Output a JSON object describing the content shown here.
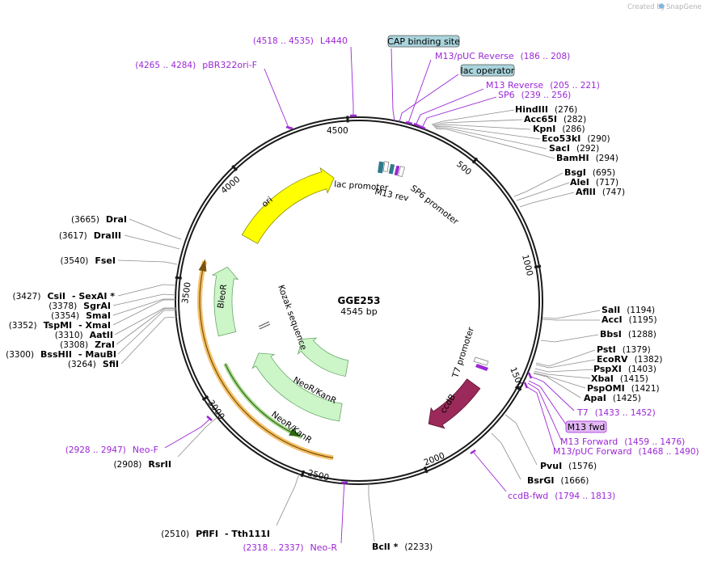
{
  "credit": {
    "text": "Created by",
    "brand": "SnapGene"
  },
  "plasmid": {
    "name": "GGE253",
    "length_label": "4545 bp",
    "length": 4545
  },
  "ticks": [
    "500",
    "1000",
    "1500",
    "2000",
    "2500",
    "3000",
    "3500",
    "4000",
    "4500"
  ],
  "tick_values": [
    500,
    1000,
    1500,
    2000,
    2500,
    3000,
    3500,
    4000,
    4500
  ],
  "sites_right": [
    {
      "name": "HindIII",
      "pos": "(276)",
      "bp": 276
    },
    {
      "name": "Acc65I",
      "pos": "(282)",
      "bp": 282
    },
    {
      "name": "KpnI",
      "pos": "(286)",
      "bp": 286
    },
    {
      "name": "Eco53kI",
      "pos": "(290)",
      "bp": 290
    },
    {
      "name": "SacI",
      "pos": "(292)",
      "bp": 292
    },
    {
      "name": "BamHI",
      "pos": "(294)",
      "bp": 294
    },
    {
      "name": "BsgI",
      "pos": "(695)",
      "bp": 695
    },
    {
      "name": "AleI",
      "pos": "(717)",
      "bp": 717
    },
    {
      "name": "AflII",
      "pos": "(747)",
      "bp": 747
    },
    {
      "name": "SalI",
      "pos": "(1194)",
      "bp": 1194
    },
    {
      "name": "AccI",
      "pos": "(1195)",
      "bp": 1195
    },
    {
      "name": "BbsI",
      "pos": "(1288)",
      "bp": 1288
    },
    {
      "name": "PstI",
      "pos": "(1379)",
      "bp": 1379
    },
    {
      "name": "EcoRV",
      "pos": "(1382)",
      "bp": 1382
    },
    {
      "name": "PspXI",
      "pos": "(1403)",
      "bp": 1403
    },
    {
      "name": "XbaI",
      "pos": "(1415)",
      "bp": 1415
    },
    {
      "name": "PspOMI",
      "pos": "(1421)",
      "bp": 1421
    },
    {
      "name": "ApaI",
      "pos": "(1425)",
      "bp": 1425
    },
    {
      "name": "PvuI",
      "pos": "(1576)",
      "bp": 1576
    },
    {
      "name": "BsrGI",
      "pos": "(1666)",
      "bp": 1666
    }
  ],
  "sites_left": [
    {
      "name": "DraI",
      "pos": "(3665)",
      "bp": 3665
    },
    {
      "name": "DraIII",
      "pos": "(3617)",
      "bp": 3617
    },
    {
      "name": "FseI",
      "pos": "(3540)",
      "bp": 3540
    },
    {
      "name": "CsiI",
      "pos": "(3427)",
      "extra": "- SexAI *",
      "bp": 3427
    },
    {
      "name": "SgrAI",
      "pos": "(3378)",
      "bp": 3378
    },
    {
      "name": "SmaI",
      "pos": "(3354)",
      "bp": 3354
    },
    {
      "name": "TspMI",
      "pos": "(3352)",
      "extra": "- XmaI",
      "bp": 3352
    },
    {
      "name": "AatII",
      "pos": "(3310)",
      "bp": 3310
    },
    {
      "name": "ZraI",
      "pos": "(3308)",
      "bp": 3308
    },
    {
      "name": "BssHII",
      "pos": "(3300)",
      "extra": "- MauBI",
      "bp": 3300
    },
    {
      "name": "SfiI",
      "pos": "(3264)",
      "bp": 3264
    },
    {
      "name": "RsrII",
      "pos": "(2908)",
      "bp": 2908
    },
    {
      "name": "PflFI",
      "pos": "(2510)",
      "extra": "- Tth111I",
      "bp": 2510
    }
  ],
  "site_bottom": {
    "name": "BclI *",
    "pos": "(2233)",
    "bp": 2233
  },
  "primers": [
    {
      "name": "L4440",
      "pos": "(4518 .. 4535)",
      "bp": 4526
    },
    {
      "name": "pBR322ori-F",
      "pos": "(4265 .. 4284)",
      "bp": 4274
    },
    {
      "name": "M13/pUC Reverse",
      "pos": "(186 .. 208)",
      "bp": 197
    },
    {
      "name": "M13 Reverse",
      "pos": "(205 .. 221)",
      "bp": 213
    },
    {
      "name": "SP6",
      "pos": "(239 .. 256)",
      "bp": 247
    },
    {
      "name": "T7",
      "pos": "(1433 .. 1452)",
      "bp": 1442
    },
    {
      "name": "M13 Forward",
      "pos": "(1459 .. 1476)",
      "bp": 1467
    },
    {
      "name": "M13/pUC Forward",
      "pos": "(1468 .. 1490)",
      "bp": 1479
    },
    {
      "name": "ccdB-fwd",
      "pos": "(1794 .. 1813)",
      "bp": 1803
    },
    {
      "name": "Neo-R",
      "pos": "(2318 .. 2337)",
      "bp": 2327
    },
    {
      "name": "Neo-F",
      "pos": "(2928 .. 2947)",
      "bp": 2937
    }
  ],
  "boxed_labels": {
    "cap": "CAP binding site",
    "lacop": "lac operator",
    "m13fwd": "M13 fwd"
  },
  "features": {
    "lac_promoter": "lac promoter",
    "m13_rev": "M13 rev",
    "sp6_promoter": "SP6 promoter",
    "t7_promoter": "T7 promoter",
    "kozak": "Kozak sequence",
    "ccdb": "ccdB",
    "ori": "ori",
    "bleor": "BleoR",
    "neokan1": "NeoR/KanR",
    "neokan2": "NeoR/KanR"
  },
  "colors": {
    "ori": "#ffff00",
    "resistance": "#ccf5c8",
    "ccdb": "#9b2a5a",
    "primer": "#9b27d6",
    "promoter": "#2f7a8c",
    "misc_box": "#a9d4dc",
    "primer_box": "#e3b8f5",
    "orange_band": "#f5c16b"
  }
}
